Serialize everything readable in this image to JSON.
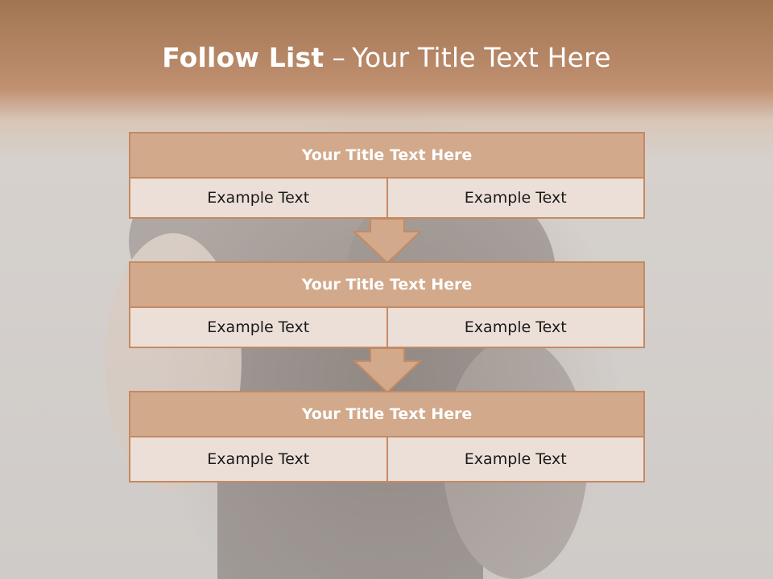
{
  "slide": {
    "title_bold": "Follow List",
    "title_dash": "–",
    "title_rest": "Your Title Text Here"
  },
  "blocks": [
    {
      "title": "Your Title Text Here",
      "left": "Example Text",
      "right": "Example Text"
    },
    {
      "title": "Your Title Text Here",
      "left": "Example Text",
      "right": "Example Text"
    },
    {
      "title": "Your Title Text Here",
      "left": "Example Text",
      "right": "Example Text"
    }
  ],
  "colors": {
    "header_band": "#b88866",
    "block_title_fill": "#d2a98b",
    "block_border": "#c48a63",
    "block_row_fill": "#ecdfd7",
    "arrow_fill": "#d2a98b"
  },
  "icons": [
    "down-arrow-icon"
  ]
}
